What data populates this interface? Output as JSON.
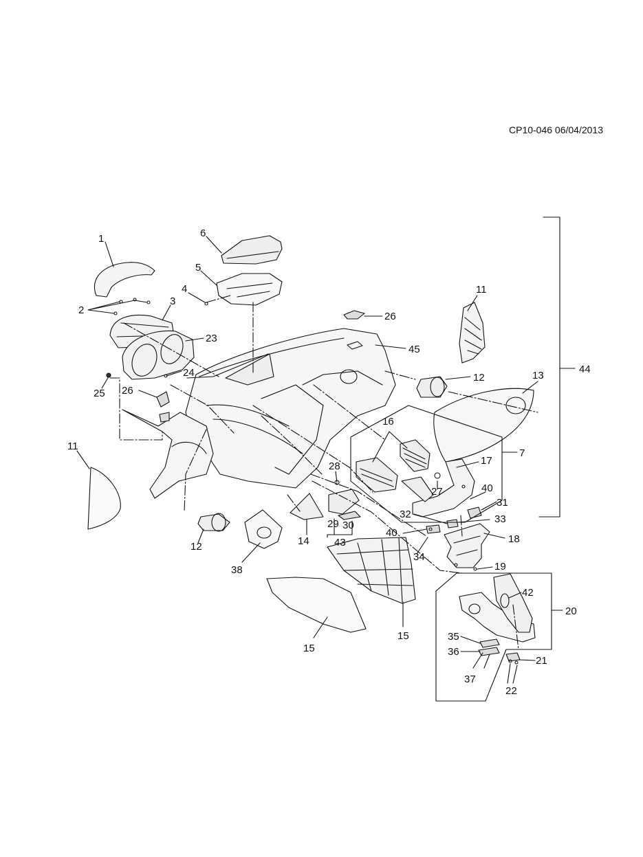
{
  "header": {
    "doc_code": "CP10-046 06/04/2013"
  },
  "callouts": [
    {
      "id": "c1",
      "text": "1"
    },
    {
      "id": "c2",
      "text": "2"
    },
    {
      "id": "c3",
      "text": "3"
    },
    {
      "id": "c4",
      "text": "4"
    },
    {
      "id": "c5",
      "text": "5"
    },
    {
      "id": "c6",
      "text": "6"
    },
    {
      "id": "c23",
      "text": "23"
    },
    {
      "id": "c24",
      "text": "24"
    },
    {
      "id": "c25",
      "text": "25"
    },
    {
      "id": "c26a",
      "text": "26"
    },
    {
      "id": "c26b",
      "text": "26"
    },
    {
      "id": "c45",
      "text": "45"
    },
    {
      "id": "c11a",
      "text": "11"
    },
    {
      "id": "c11b",
      "text": "11"
    },
    {
      "id": "c44",
      "text": "44"
    },
    {
      "id": "c12a",
      "text": "12"
    },
    {
      "id": "c12b",
      "text": "12"
    },
    {
      "id": "c13",
      "text": "13"
    },
    {
      "id": "c16",
      "text": "16"
    },
    {
      "id": "c17",
      "text": "17"
    },
    {
      "id": "c7",
      "text": "7"
    },
    {
      "id": "c27",
      "text": "27"
    },
    {
      "id": "c40a",
      "text": "40"
    },
    {
      "id": "c31",
      "text": "31"
    },
    {
      "id": "c32",
      "text": "32"
    },
    {
      "id": "c33",
      "text": "33"
    },
    {
      "id": "c18",
      "text": "18"
    },
    {
      "id": "c40b",
      "text": "40"
    },
    {
      "id": "c34",
      "text": "34"
    },
    {
      "id": "c19",
      "text": "19"
    },
    {
      "id": "c28",
      "text": "28"
    },
    {
      "id": "c29",
      "text": "29"
    },
    {
      "id": "c30",
      "text": "30"
    },
    {
      "id": "c43",
      "text": "43"
    },
    {
      "id": "c14",
      "text": "14"
    },
    {
      "id": "c38",
      "text": "38"
    },
    {
      "id": "c15a",
      "text": "15"
    },
    {
      "id": "c15b",
      "text": "15"
    },
    {
      "id": "c42",
      "text": "42"
    },
    {
      "id": "c20",
      "text": "20"
    },
    {
      "id": "c35",
      "text": "35"
    },
    {
      "id": "c36",
      "text": "36"
    },
    {
      "id": "c37",
      "text": "37"
    },
    {
      "id": "c21",
      "text": "21"
    },
    {
      "id": "c22",
      "text": "22"
    }
  ]
}
